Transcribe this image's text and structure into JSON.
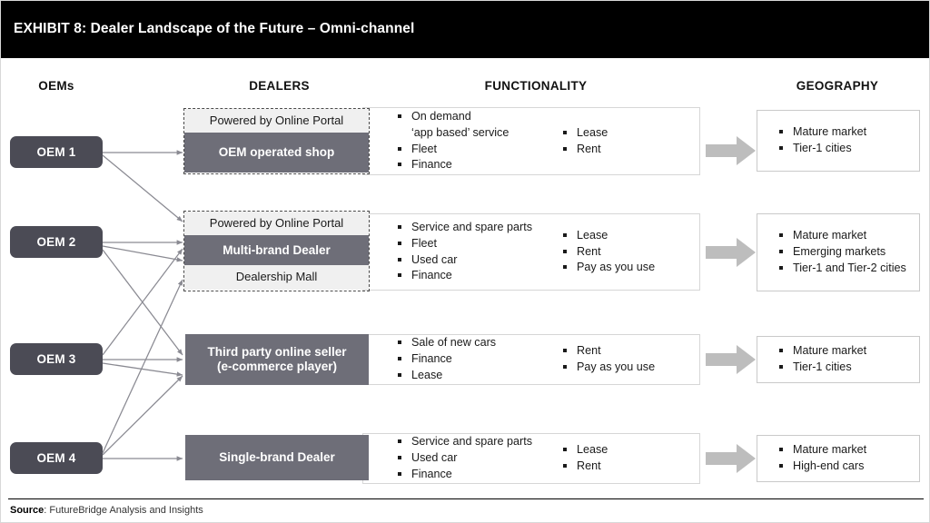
{
  "header": {
    "title": "EXHIBIT 8: Dealer Landscape of the Future – Omni-channel",
    "background": "#000000",
    "text_color": "#ffffff"
  },
  "columns": [
    {
      "key": "oems",
      "label": "OEMs"
    },
    {
      "key": "dealers",
      "label": "DEALERS"
    },
    {
      "key": "functionality",
      "label": "FUNCTIONALITY"
    },
    {
      "key": "geography",
      "label": "GEOGRAPHY"
    }
  ],
  "colors": {
    "oem_box": "#4b4b55",
    "dealer_dark": "#6e6e78",
    "dealer_light": "#f0f0f0",
    "arrow_block": "#bdbdbd",
    "connector_line": "#8a8a92",
    "panel_border": "#d6d6d6"
  },
  "oems": [
    {
      "label": "OEM 1"
    },
    {
      "label": "OEM 2"
    },
    {
      "label": "OEM 3"
    },
    {
      "label": "OEM 4"
    }
  ],
  "rows": [
    {
      "id": "row-1",
      "dealer_dashed": true,
      "dealer_cells": [
        {
          "label": "Powered by Online Portal",
          "style": "light"
        },
        {
          "label": "OEM operated shop",
          "style": "dark"
        }
      ],
      "functionality_left": [
        "On demand\n‘app based’ service",
        "Fleet",
        "Finance"
      ],
      "functionality_right": [
        "Lease",
        "Rent"
      ],
      "geography": [
        "Mature market",
        "Tier-1 cities"
      ]
    },
    {
      "id": "row-2",
      "dealer_dashed": true,
      "dealer_cells": [
        {
          "label": "Powered by Online Portal",
          "style": "light"
        },
        {
          "label": "Multi-brand Dealer",
          "style": "dark"
        },
        {
          "label": "Dealership Mall",
          "style": "light"
        }
      ],
      "functionality_left": [
        "Service and spare parts",
        "Fleet",
        "Used car",
        "Finance"
      ],
      "functionality_right": [
        "Lease",
        "Rent",
        "Pay as you use"
      ],
      "geography": [
        "Mature market",
        "Emerging markets",
        "Tier-1 and Tier-2 cities"
      ]
    },
    {
      "id": "row-3",
      "dealer_dashed": false,
      "dealer_cells": [
        {
          "label": "Third party online seller\n(e-commerce player)",
          "style": "dark"
        }
      ],
      "functionality_left": [
        "Sale of new cars",
        "Finance",
        "Lease"
      ],
      "functionality_right": [
        "Rent",
        "Pay as you use"
      ],
      "geography": [
        "Mature market",
        "Tier-1 cities"
      ]
    },
    {
      "id": "row-4",
      "dealer_dashed": false,
      "dealer_cells": [
        {
          "label": "Single-brand Dealer",
          "style": "dark"
        }
      ],
      "functionality_left": [
        "Service and spare parts",
        "Used car",
        "Finance"
      ],
      "functionality_right": [
        "Lease",
        "Rent"
      ],
      "geography": [
        "Mature market",
        "High-end cars"
      ]
    }
  ],
  "footer": {
    "source_label": "Source",
    "source_separator": ": ",
    "source_value": "FutureBridge Analysis and Insights"
  }
}
